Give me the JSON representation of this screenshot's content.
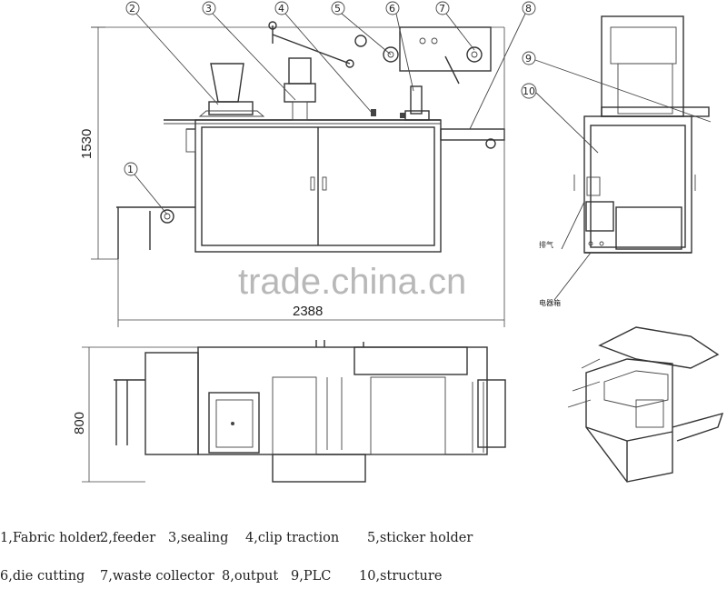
{
  "callouts": [
    "1",
    "2",
    "3",
    "4",
    "5",
    "6",
    "7",
    "8",
    "9",
    "10"
  ],
  "dimensions": {
    "height_front": "1530",
    "width_front": "2388",
    "depth_top": "800"
  },
  "watermark": "trade.china.cn",
  "side_label": "排气",
  "small_label": "电器箱",
  "legend": {
    "row1": [
      "1,Fabric holder",
      "2,feeder",
      "3,sealing",
      "4,clip traction",
      "5,sticker holder"
    ],
    "row2": [
      "6,die cutting",
      "7,waste collector",
      "8,output",
      "9,PLC",
      "10,structure"
    ]
  }
}
